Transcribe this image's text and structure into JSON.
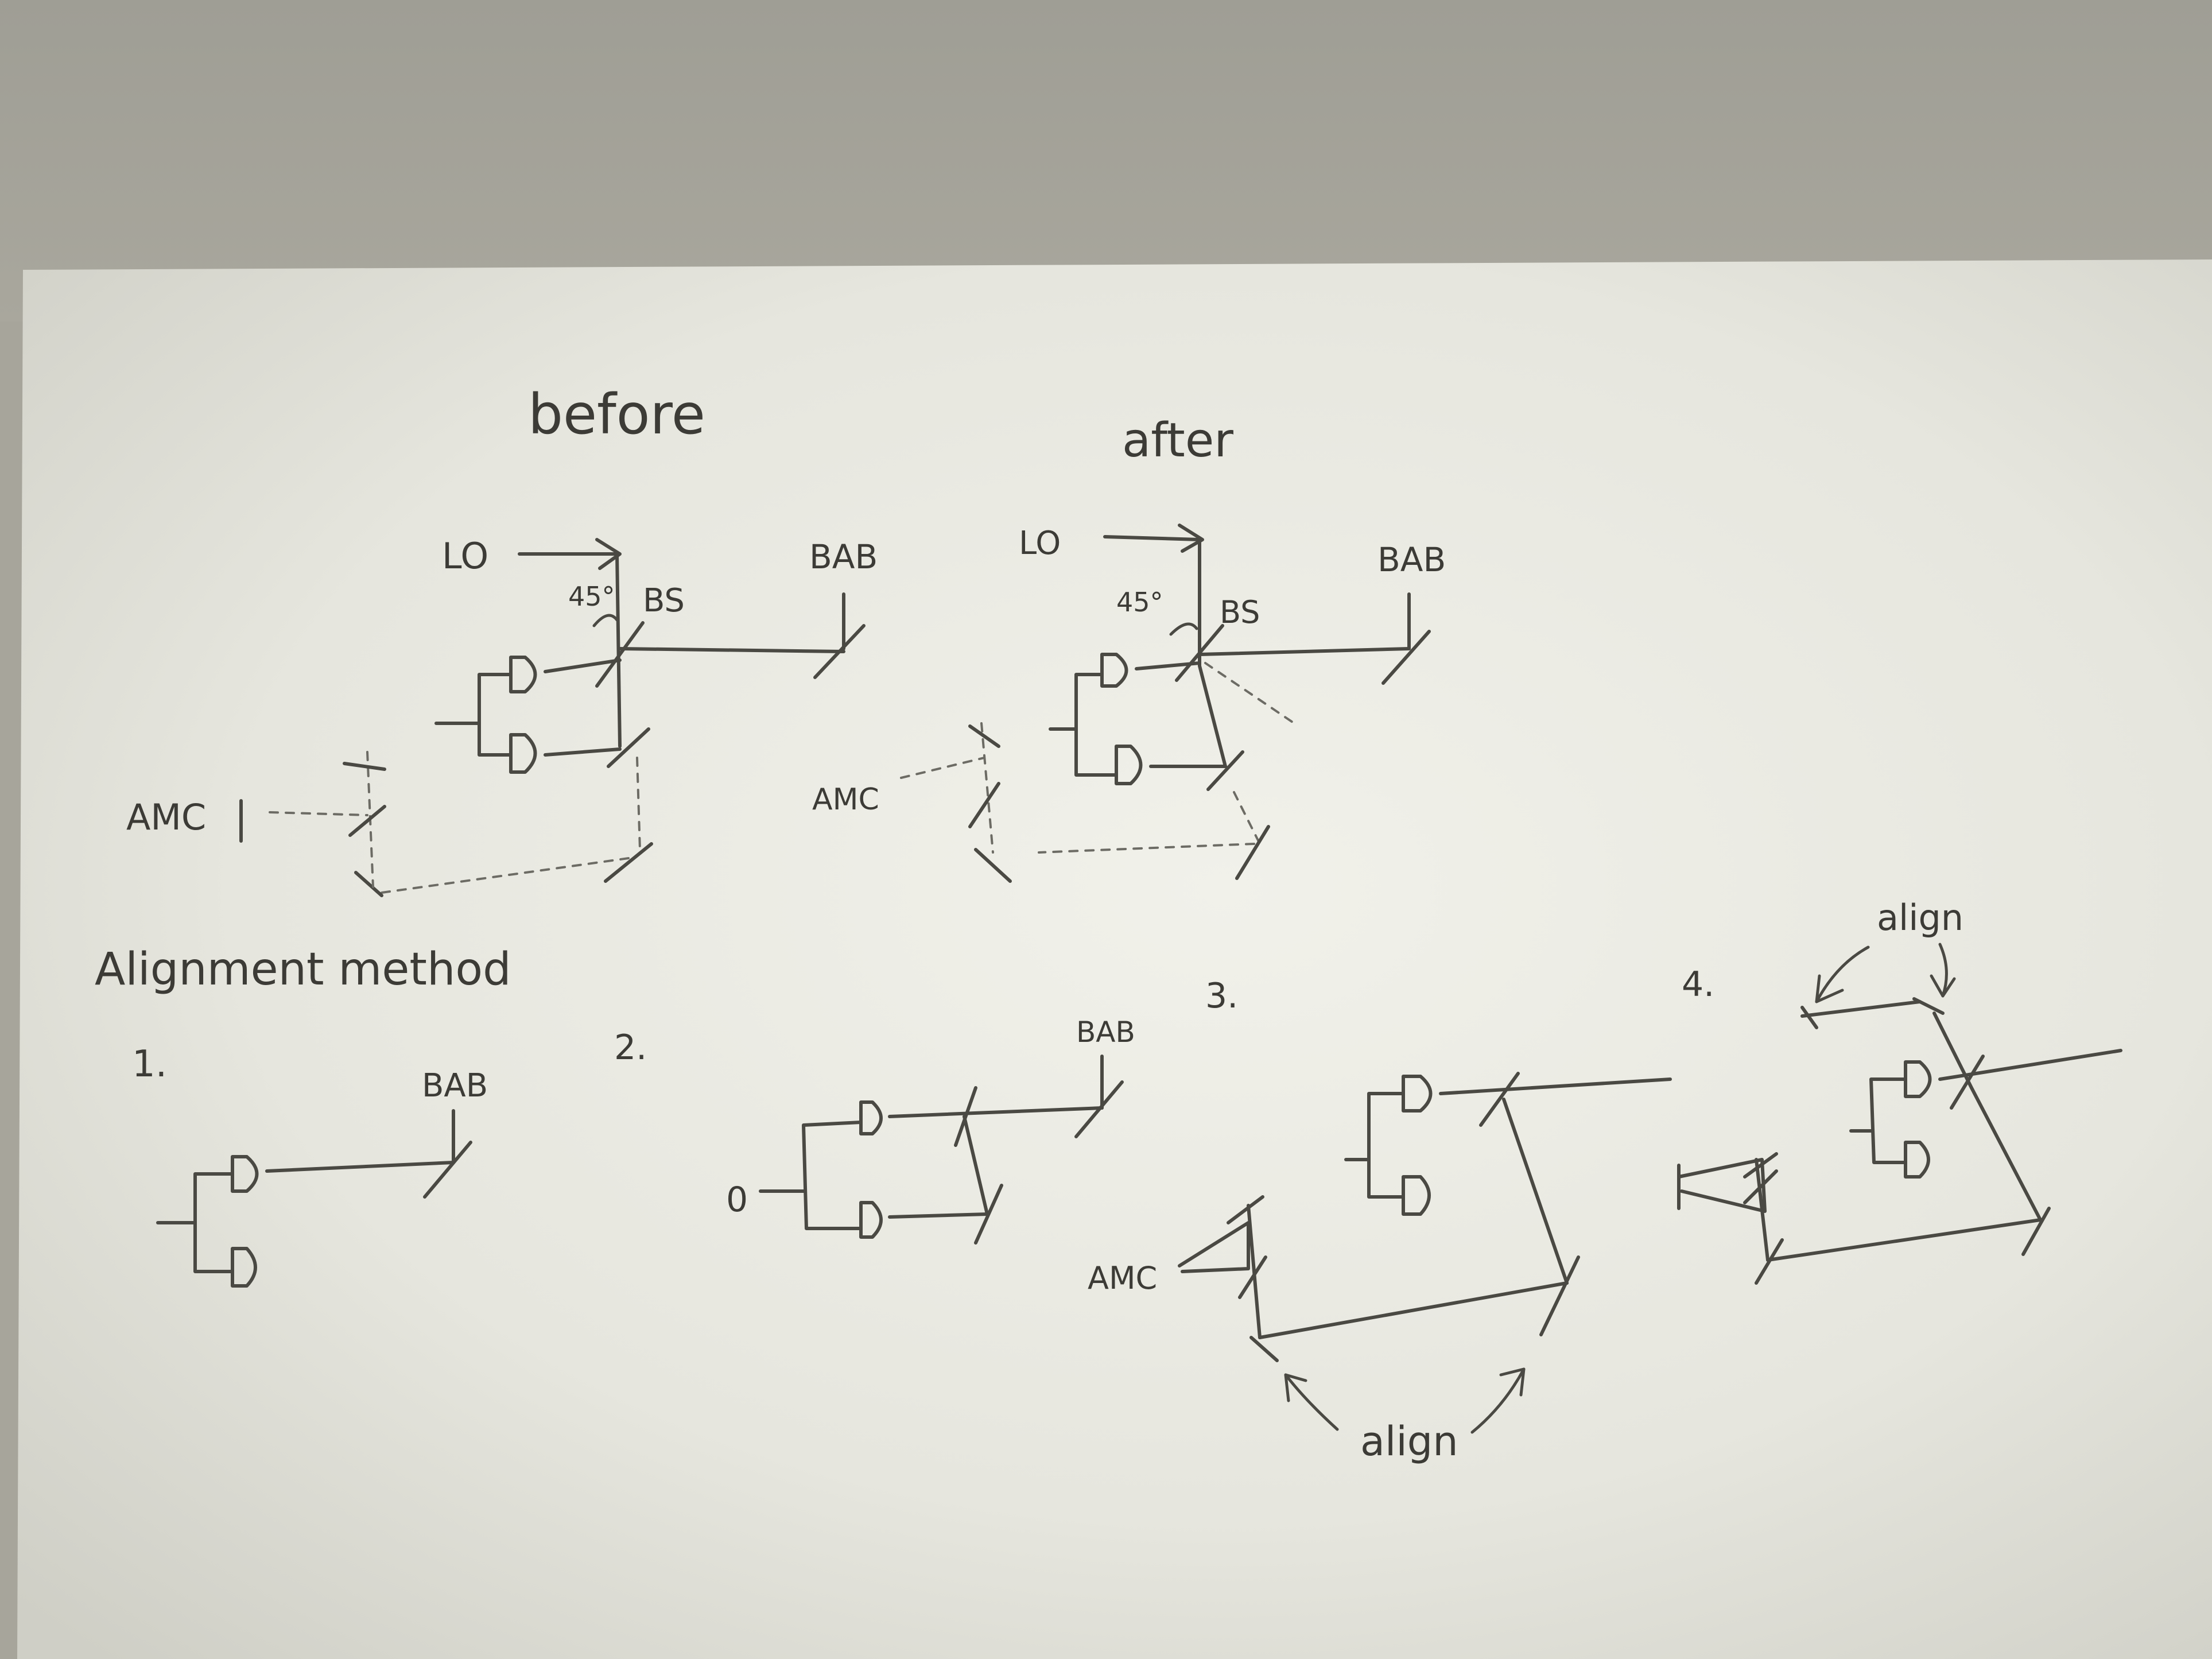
{
  "title_before": "before",
  "title_after": "after",
  "labels": {
    "lo": "LO",
    "bs": "BS",
    "bab": "BAB",
    "amc": "AMC",
    "angle": "45°",
    "alignment_method": "Alignment method",
    "step1": "1.",
    "step2": "2.",
    "step3": "3.",
    "step4": "4.",
    "align": "align",
    "zero": "0"
  },
  "colors": {
    "paper": "#ecece4",
    "ink": "#4a4943"
  }
}
